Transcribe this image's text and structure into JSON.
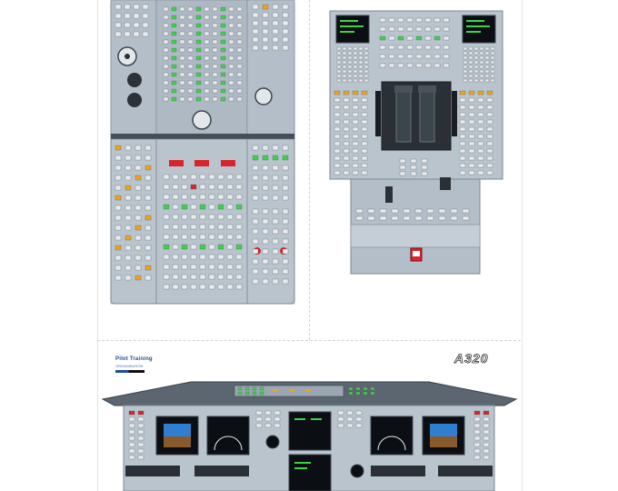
{
  "poster": {
    "brand_name": "Pilot Training",
    "brand_tagline": "ORGANISATION",
    "aircraft_model": "A320"
  },
  "colors": {
    "panel": "#b9c4cd",
    "panel_dark": "#8c98a3",
    "glareshield": "#5b6670",
    "screen": "#0b0f14",
    "button_white": "#e8ecef",
    "light_green": "#3fd14a",
    "light_amber": "#f0a21a",
    "light_red": "#d6262b"
  },
  "panels": {
    "overhead": "overhead-panel",
    "pedestal": "pedestal-panel",
    "main": "main-instrument-panel"
  }
}
